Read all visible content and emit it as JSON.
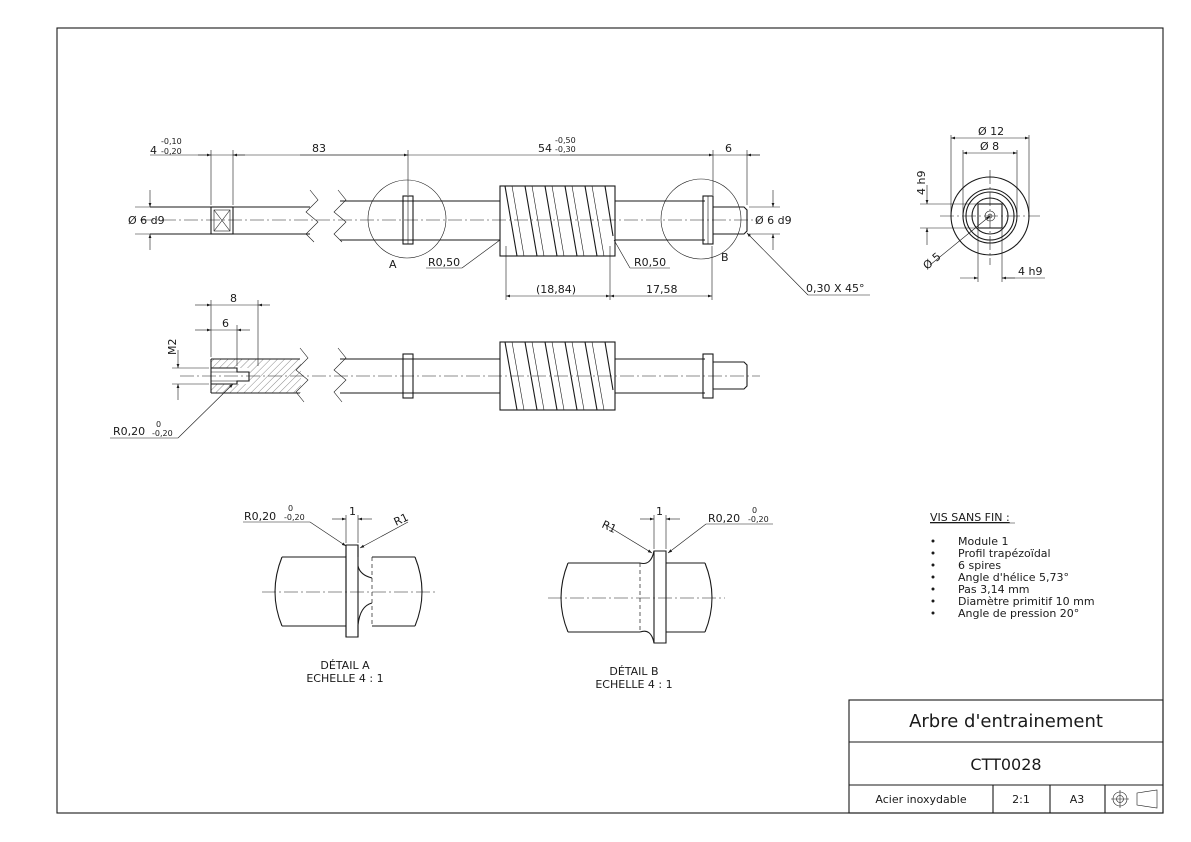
{
  "title_block": {
    "part_name": "Arbre d'entrainement",
    "part_number": "CTT0028",
    "material": "Acier inoxydable",
    "scale": "2:1",
    "format": "A3",
    "projection_symbol": "first-angle-projection-icon"
  },
  "top_view": {
    "dim_4": "4",
    "dim_4_tol_up": "-0,10",
    "dim_4_tol_low": "-0,20",
    "dim_83": "83",
    "dim_54": "54",
    "dim_54_tol_up": "-0,50",
    "dim_54_tol_low": "-0,30",
    "dim_6": "6",
    "dia_left": "Ø 6 d9",
    "dia_right": "Ø 6 d9",
    "radius_left": "R0,50",
    "radius_right": "R0,50",
    "detail_a_label": "A",
    "detail_b_label": "B",
    "dim_18_84": "(18,84)",
    "dim_17_58": "17,58",
    "chamfer": "0,30 X 45°"
  },
  "section_view": {
    "dim_8": "8",
    "dim_6": "6",
    "thread": "M2",
    "radius": "R0,20",
    "radius_tol_up": "0",
    "radius_tol_low": "-0,20"
  },
  "end_view": {
    "dia_12": "Ø 12",
    "dia_8": "Ø 8",
    "dim_4h9_v": "4 h9",
    "dia_5": "Ø 5",
    "dim_4h9_h": "4 h9"
  },
  "detail_a": {
    "radius_left": "R0,20",
    "radius_left_tol_up": "0",
    "radius_left_tol_low": "-0,20",
    "width": "1",
    "radius_right": "R1",
    "caption_1": "DÉTAIL A",
    "caption_2": "ECHELLE 4 : 1"
  },
  "detail_b": {
    "radius_left": "R1",
    "width": "1",
    "radius_right": "R0,20",
    "radius_right_tol_up": "0",
    "radius_right_tol_low": "-0,20",
    "caption_1": "DÉTAIL B",
    "caption_2": "ECHELLE 4 : 1"
  },
  "notes": {
    "heading": "VIS SANS FIN :",
    "items": [
      "Module 1",
      "Profil trapézoïdal",
      "6 spires",
      "Angle d'hélice 5,73°",
      "Pas 3,14 mm",
      "Diamètre primitif 10 mm",
      "Angle de pression 20°"
    ]
  }
}
